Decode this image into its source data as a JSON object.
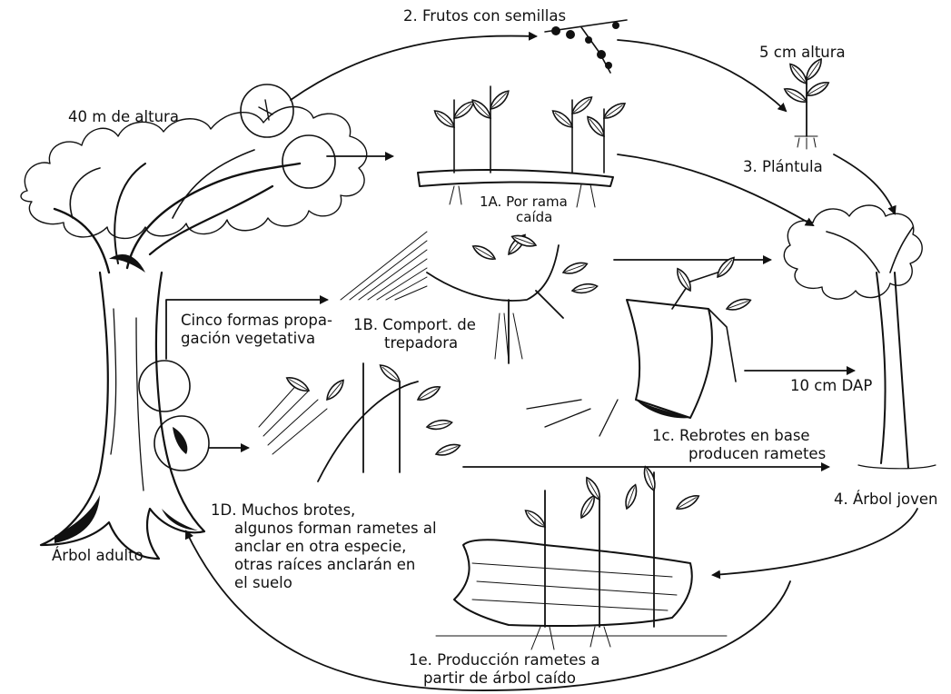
{
  "labels": {
    "frutos": "2. Frutos con semillas",
    "plantula_altura": "5 cm altura",
    "plantula": "3. Plántula",
    "arbol_altura": "40 m de altura",
    "rama_caida_1": "1A.  Por rama",
    "rama_caida_2": "caída",
    "trepadora_1": "1B.  Comport. de",
    "trepadora_2": "trepadora",
    "cinco_formas_1": "Cinco formas propa-",
    "cinco_formas_2": "gación vegetativa",
    "dap": "10 cm DAP",
    "rebrotes_1": "1c.  Rebrotes en base",
    "rebrotes_2": "producen rametes",
    "arbol_joven": "4. Árbol joven",
    "muchos_brotes": [
      "1D. Muchos brotes,",
      "algunos forman rametes al",
      "anclar en otra especie,",
      "otras raíces anclarán en",
      "el suelo"
    ],
    "arbol_adulto": "Árbol adulto",
    "produccion_1": "1e. Producción rametes a",
    "produccion_2": "partir de árbol caído"
  }
}
